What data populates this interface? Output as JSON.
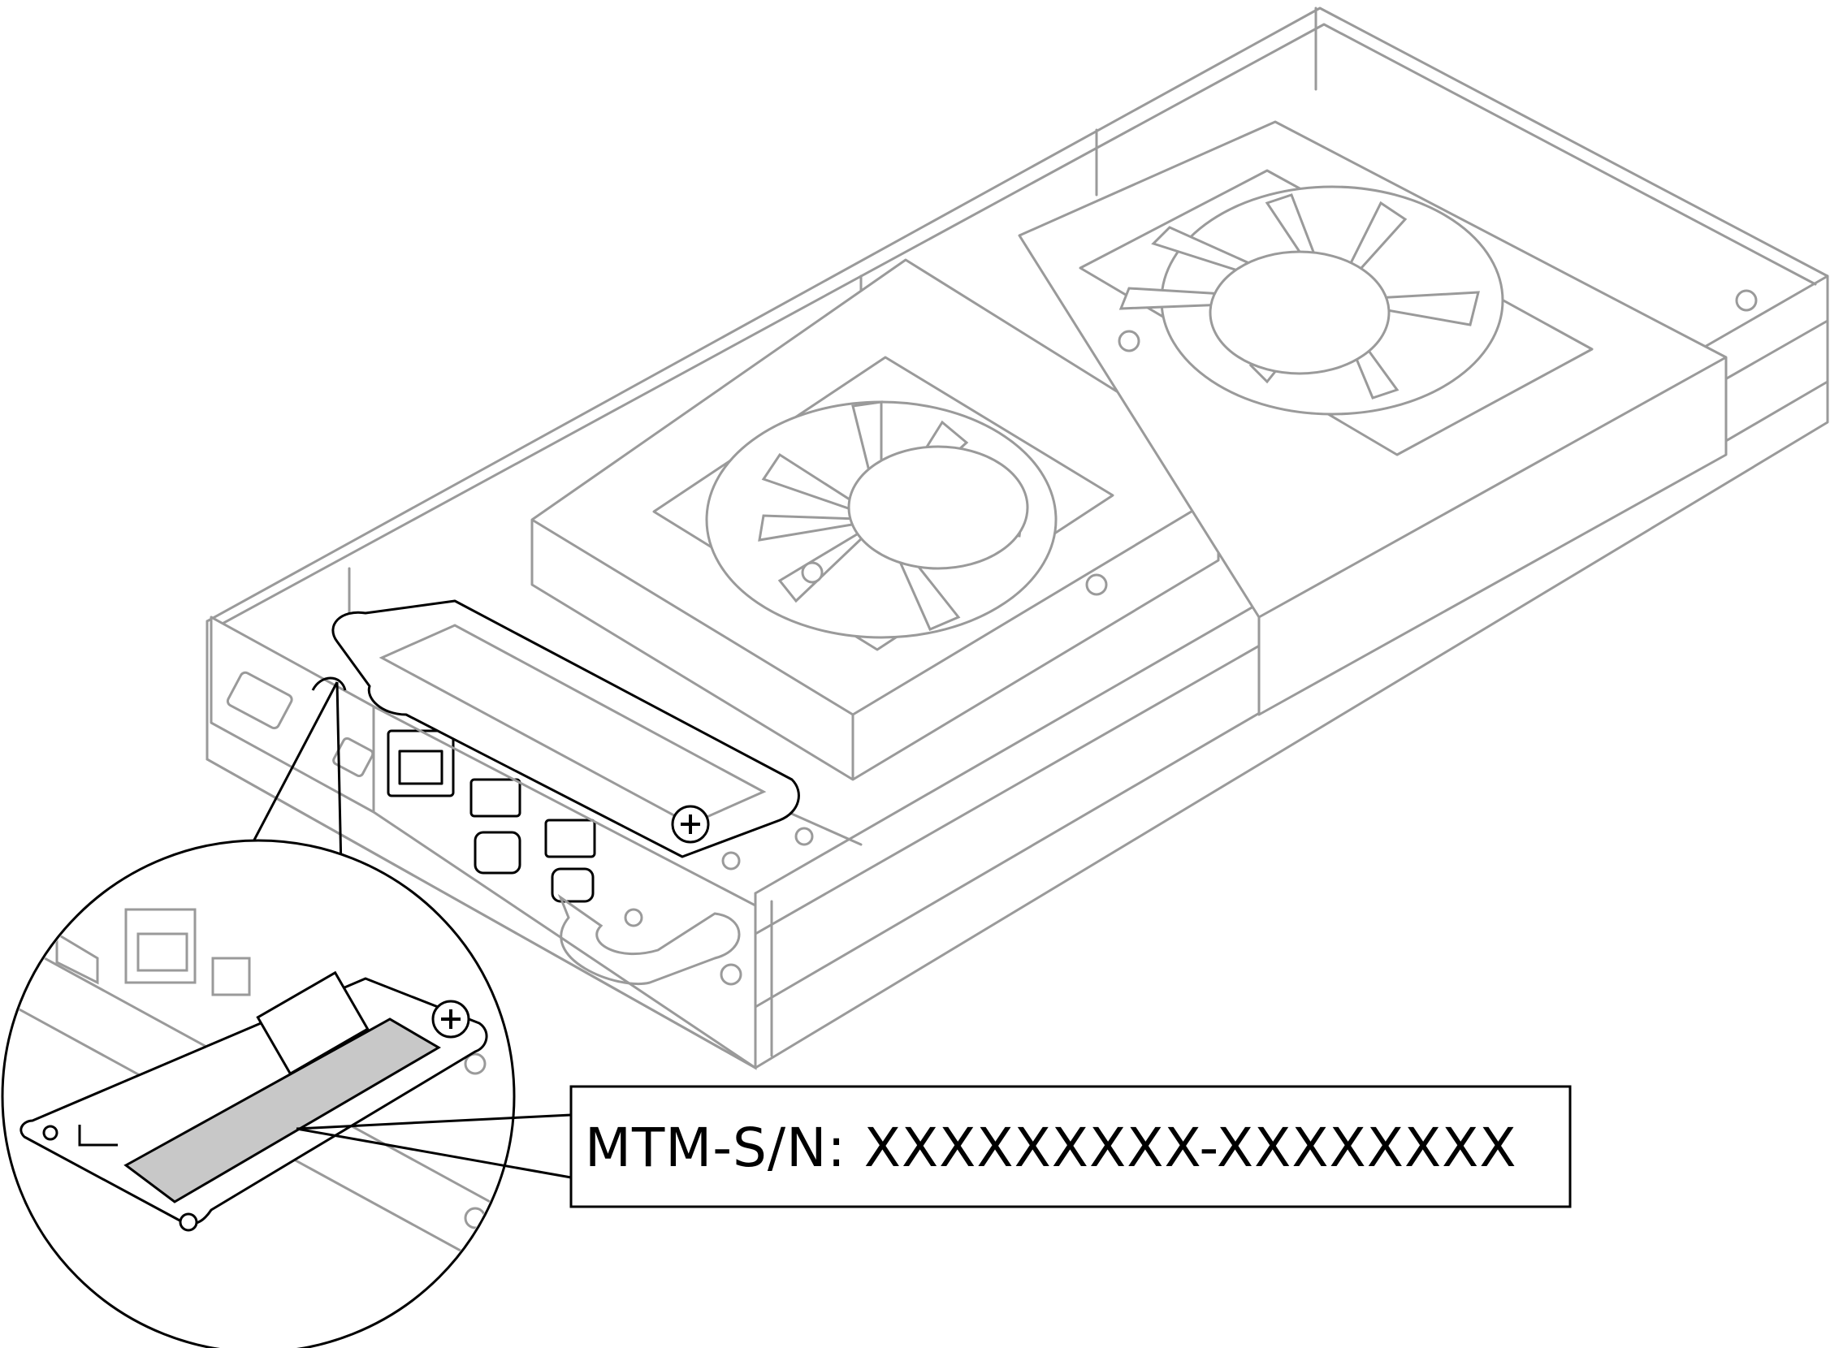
{
  "callout": {
    "label": "MTM-S/N: XXXXXXXXX-XXXXXXXX"
  },
  "colors": {
    "line_light": "#9a9a9a",
    "line_dark": "#000000",
    "label_fill": "#c8c8c8",
    "background": "#ffffff"
  },
  "parts": {
    "fans": 2,
    "zoom_detail": "serial number label"
  }
}
